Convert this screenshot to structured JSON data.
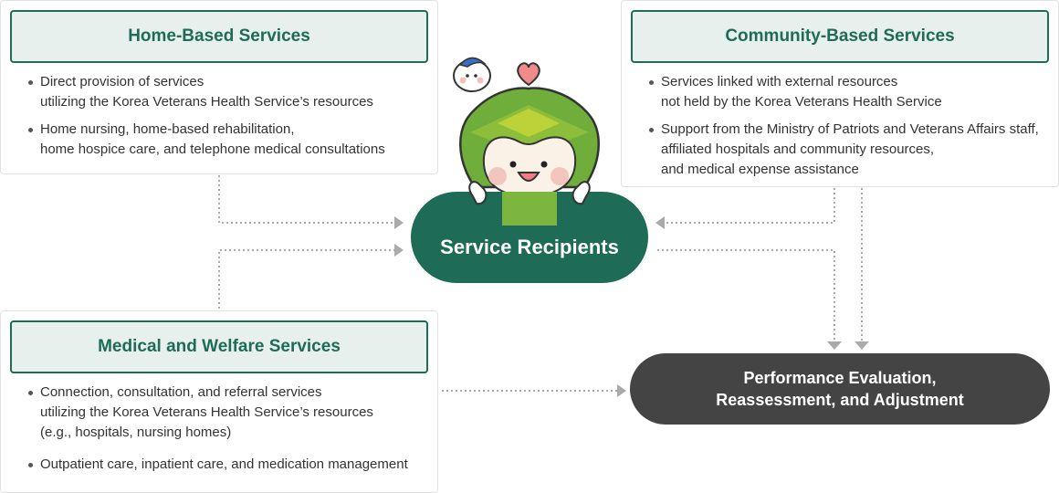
{
  "cards": {
    "home": {
      "title": "Home-Based Services",
      "bullets": [
        [
          "Direct provision of services",
          "utilizing the Korea Veterans Health Service’s resources"
        ],
        [
          "Home nursing, home-based rehabilitation,",
          "home hospice care, and telephone medical consultations"
        ]
      ]
    },
    "community": {
      "title": "Community-Based Services",
      "bullets": [
        [
          "Services linked with external resources",
          "not held by the Korea Veterans Health Service"
        ],
        [
          "Support from the Ministry of Patriots and Veterans Affairs staff,",
          "affiliated hospitals and community resources,",
          "and medical expense assistance"
        ]
      ]
    },
    "medical": {
      "title": "Medical and Welfare Services",
      "bullets": [
        [
          "Connection, consultation, and referral services",
          "utilizing the Korea Veterans Health Service’s resources",
          "(e.g., hospitals, nursing homes)"
        ],
        [
          "Outpatient care, inpatient care, and medication management"
        ]
      ]
    }
  },
  "center": {
    "label": "Service Recipients",
    "mascot": "green-leaf-mascot",
    "companion": "small-white-bird-mascot",
    "heart": "heart-icon"
  },
  "outcome": {
    "line1": "Performance Evaluation,",
    "line2": "Reassessment, and Adjustment"
  },
  "colors": {
    "brand_green": "#1e6b57",
    "header_fill": "#e7f0ec",
    "outcome_fill": "#444444",
    "connector": "#aaaaaa"
  }
}
